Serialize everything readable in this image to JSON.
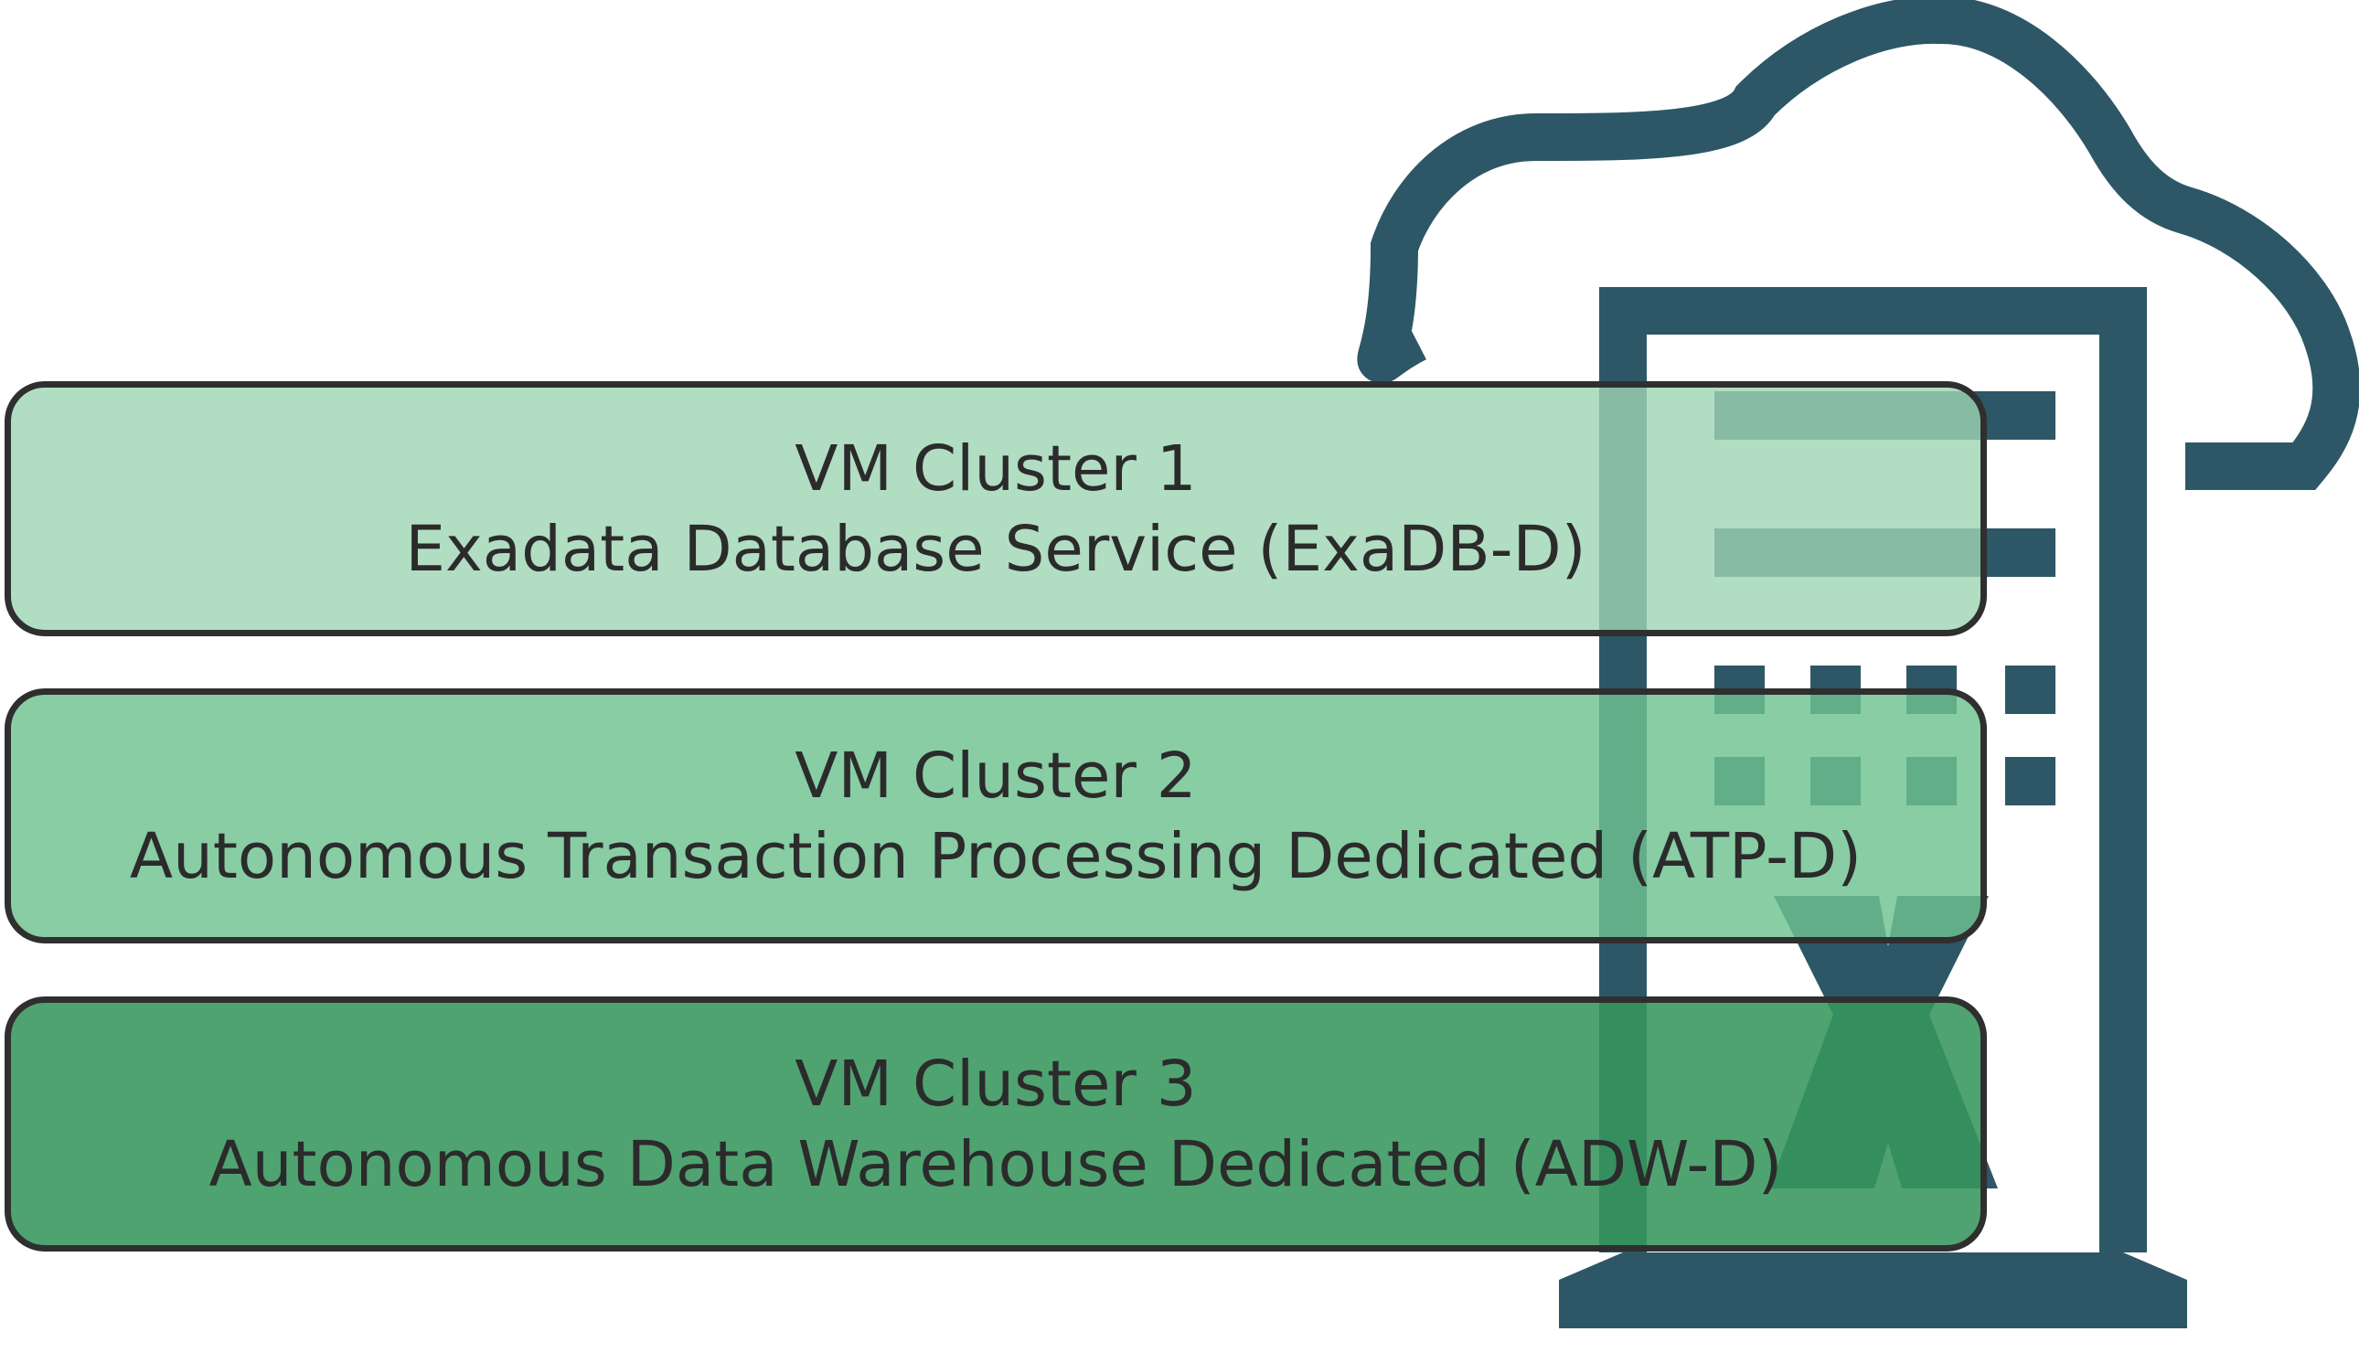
{
  "colors": {
    "icon_stroke": "#2d5766",
    "box_border": "#2f2f2f",
    "text": "#2b2b2b",
    "cluster_fill_1": "#9ed5b4",
    "cluster_fill_2": "#6ec290",
    "cluster_fill_3": "#37965d"
  },
  "background_icon": "exadata-cloud-server-icon",
  "clusters": [
    {
      "name": "VM Cluster 1",
      "service": "Exadata Database Service (ExaDB-D)"
    },
    {
      "name": "VM Cluster 2",
      "service": "Autonomous Transaction Processing Dedicated (ATP-D)"
    },
    {
      "name": "VM Cluster 3",
      "service": "Autonomous Data Warehouse Dedicated (ADW-D)"
    }
  ]
}
